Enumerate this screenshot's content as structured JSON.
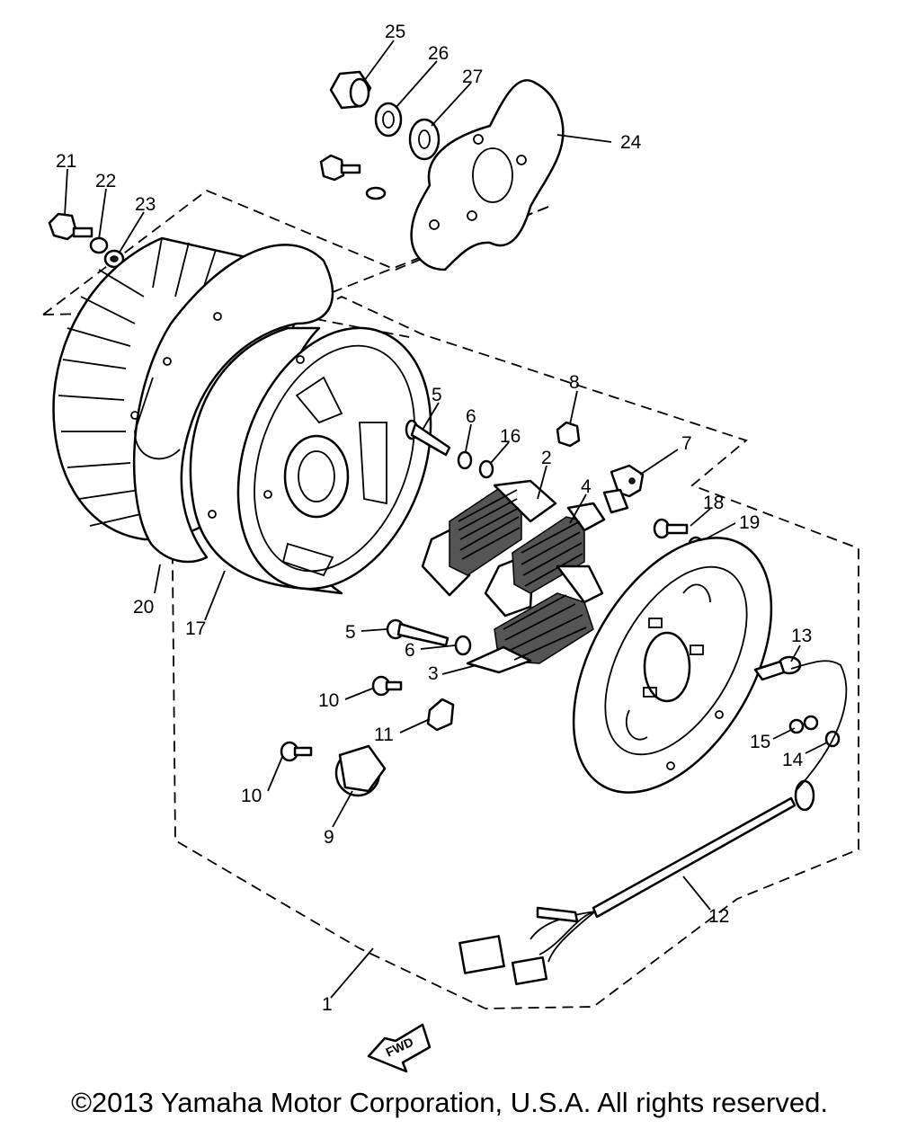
{
  "callouts": [
    {
      "id": "1",
      "label": "1"
    },
    {
      "id": "2",
      "label": "2"
    },
    {
      "id": "3",
      "label": "3"
    },
    {
      "id": "4",
      "label": "4"
    },
    {
      "id": "5a",
      "label": "5"
    },
    {
      "id": "5b",
      "label": "5"
    },
    {
      "id": "6a",
      "label": "6"
    },
    {
      "id": "6b",
      "label": "6"
    },
    {
      "id": "7",
      "label": "7"
    },
    {
      "id": "8",
      "label": "8"
    },
    {
      "id": "9",
      "label": "9"
    },
    {
      "id": "10a",
      "label": "10"
    },
    {
      "id": "10b",
      "label": "10"
    },
    {
      "id": "11",
      "label": "11"
    },
    {
      "id": "12",
      "label": "12"
    },
    {
      "id": "13",
      "label": "13"
    },
    {
      "id": "14",
      "label": "14"
    },
    {
      "id": "15",
      "label": "15"
    },
    {
      "id": "16",
      "label": "16"
    },
    {
      "id": "17",
      "label": "17"
    },
    {
      "id": "18",
      "label": "18"
    },
    {
      "id": "19",
      "label": "19"
    },
    {
      "id": "20",
      "label": "20"
    },
    {
      "id": "21",
      "label": "21"
    },
    {
      "id": "22",
      "label": "22"
    },
    {
      "id": "23",
      "label": "23"
    },
    {
      "id": "24",
      "label": "24"
    },
    {
      "id": "25",
      "label": "25"
    },
    {
      "id": "26",
      "label": "26"
    },
    {
      "id": "27",
      "label": "27"
    }
  ],
  "fwd_mark": "FWD",
  "copyright": "©2013 Yamaha Motor Corporation, U.S.A. All rights reserved."
}
